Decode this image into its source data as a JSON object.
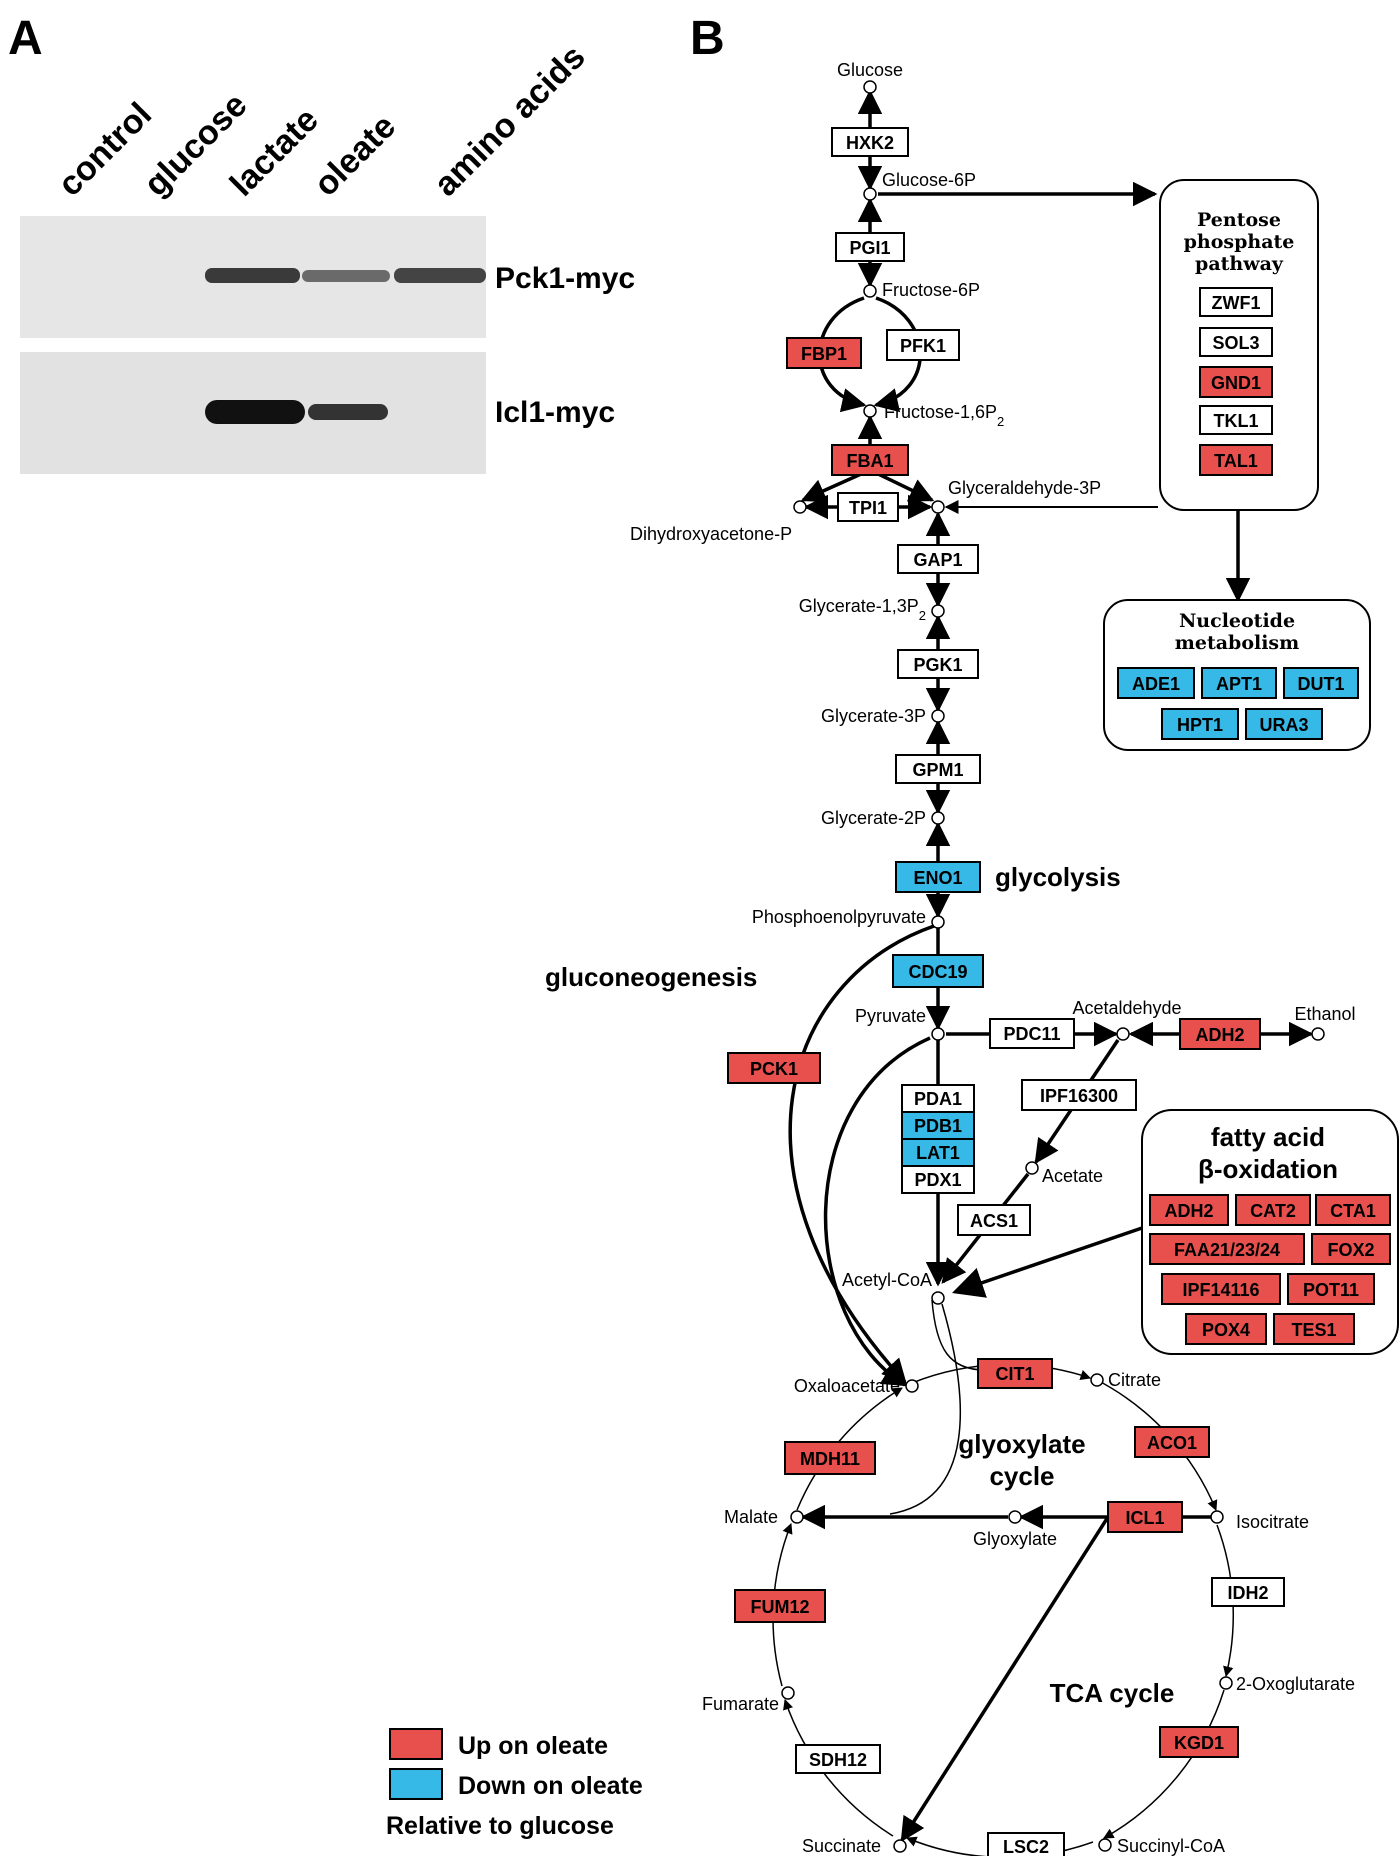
{
  "panels": {
    "a": "A",
    "b": "B"
  },
  "blot": {
    "lanes": [
      "control",
      "glucose",
      "lactate",
      "oleate",
      "amino acids"
    ],
    "rows": [
      "Pck1-myc",
      "Icl1-myc"
    ]
  },
  "colors": {
    "up": "#e8504e",
    "down": "#36b9e6",
    "neutral": "#ffffff"
  },
  "metabolites": {
    "glucose": "Glucose",
    "glucose6p": "Glucose-6P",
    "fructose6p": "Fructose-6P",
    "fructose16p": "Fructose-1,6P",
    "fructose16p_sub": "2",
    "glyceraldehyde3p": "Glyceraldehyde-3P",
    "dhap": "Dihydroxyacetone-P",
    "glycerate13p": "Glycerate-1,3P",
    "glycerate13p_sub": "2",
    "glycerate3p": "Glycerate-3P",
    "glycerate2p": "Glycerate-2P",
    "pep": "Phosphoenolpyruvate",
    "pyruvate": "Pyruvate",
    "acetaldehyde": "Acetaldehyde",
    "ethanol": "Ethanol",
    "acetate": "Acetate",
    "acetylcoa": "Acetyl-CoA",
    "oxaloacetate": "Oxaloacetate",
    "citrate": "Citrate",
    "isocitrate": "Isocitrate",
    "glyoxylate": "Glyoxylate",
    "malate": "Malate",
    "oxoglutarate": "2-Oxoglutarate",
    "fumarate": "Fumarate",
    "succinate": "Succinate",
    "succinylcoa": "Succinyl-CoA"
  },
  "genes": {
    "hxk2": "HXK2",
    "pgi1": "PGI1",
    "pfk1": "PFK1",
    "fbp1": "FBP1",
    "fba1": "FBA1",
    "tpi1": "TPI1",
    "gap1": "GAP1",
    "pgk1": "PGK1",
    "gpm1": "GPM1",
    "eno1": "ENO1",
    "cdc19": "CDC19",
    "pck1": "PCK1",
    "pdc11": "PDC11",
    "adh2": "ADH2",
    "ipf16300": "IPF16300",
    "pda1": "PDA1",
    "pdb1": "PDB1",
    "lat1": "LAT1",
    "pdx1": "PDX1",
    "acs1": "ACS1",
    "cit1": "CIT1",
    "aco1": "ACO1",
    "icl1": "ICL1",
    "mdh11": "MDH11",
    "idh2": "IDH2",
    "fum12": "FUM12",
    "kgd1": "KGD1",
    "sdh12": "SDH12",
    "lsc2": "LSC2"
  },
  "pathway_labels": {
    "glycolysis": "glycolysis",
    "gluconeogenesis": "gluconeogenesis",
    "glyoxylate1": "glyoxylate",
    "glyoxylate2": "cycle",
    "tca": "TCA cycle"
  },
  "ppp": {
    "title1": "Pentose",
    "title2": "phosphate",
    "title3": "pathway",
    "genes": [
      "ZWF1",
      "SOL3",
      "GND1",
      "TKL1",
      "TAL1"
    ]
  },
  "nucleotide": {
    "title1": "Nucleotide",
    "title2": "metabolism",
    "genes": [
      "ADE1",
      "APT1",
      "DUT1",
      "HPT1",
      "URA3"
    ]
  },
  "fatty": {
    "title1": "fatty acid",
    "title2": "β-oxidation",
    "genes": [
      "ADH2",
      "CAT2",
      "CTA1",
      "FAA21/23/24",
      "FOX2",
      "IPF14116",
      "POT11",
      "POX4",
      "TES1"
    ]
  },
  "legend": {
    "up": "Up on oleate",
    "down": "Down on oleate",
    "note": "Relative to glucose"
  }
}
